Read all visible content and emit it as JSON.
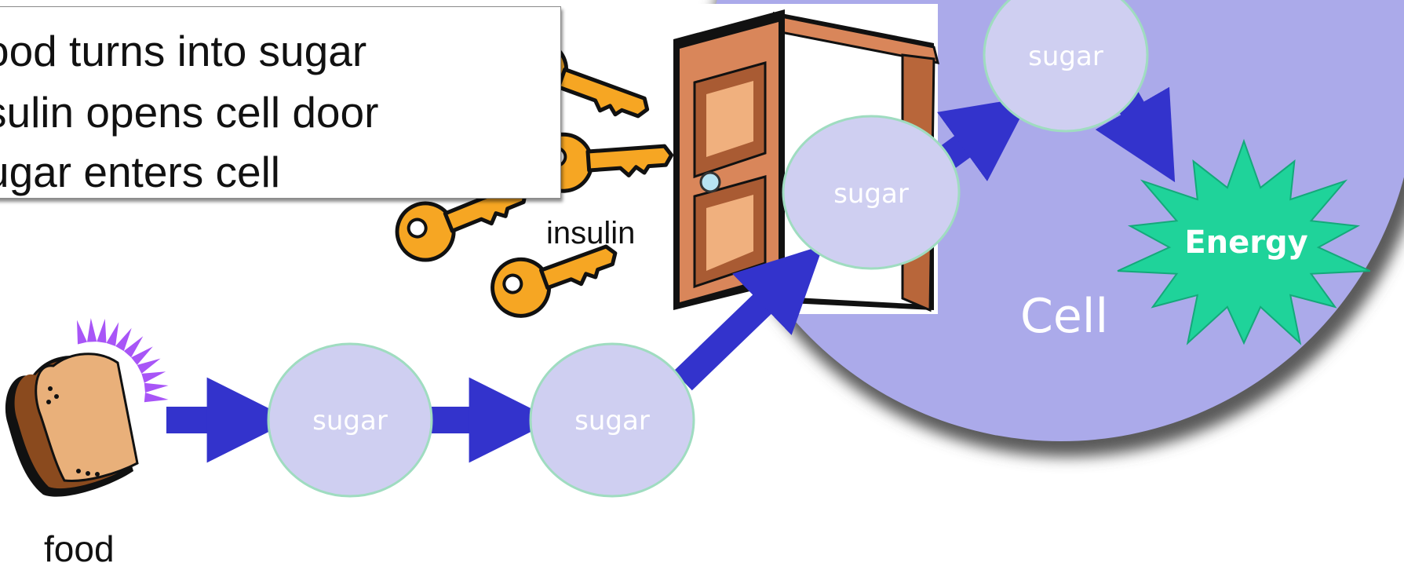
{
  "caption": {
    "lines": [
      "ood turns into sugar",
      "sulin opens cell door",
      "ugar enters cell"
    ]
  },
  "labels": {
    "food": "food",
    "insulin": "insulin",
    "cell": "Cell",
    "energy": "Energy",
    "sugar_1": "sugar",
    "sugar_2": "sugar",
    "sugar_3": "sugar",
    "sugar_4": "sugar"
  },
  "colors": {
    "cell_fill": "#abaaea",
    "cell_shadow": "#6d6d6d",
    "sugar_fill": "#cfcff1",
    "sugar_stroke": "#9fdcc0",
    "arrow": "#3333cc",
    "energy": "#1fd39a",
    "key": "#f6a623",
    "bread": "#e9b07a",
    "crust": "#8a4a1e",
    "door": "#d9865a"
  },
  "icons": [
    "bread-icon",
    "key-icon",
    "door-icon",
    "energy-starburst-icon"
  ]
}
